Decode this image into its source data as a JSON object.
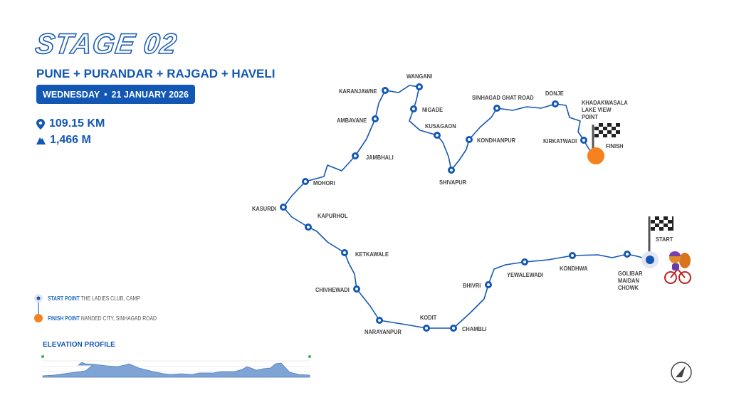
{
  "header": {
    "title": "STAGE 02",
    "subtitle": "PUNE + PURANDAR + RAJGAD + HAVELI",
    "day": "WEDNESDAY",
    "date": "21 JANUARY 2026"
  },
  "stats": {
    "distance": "109.15 KM",
    "elevation_gain": "1,466 M"
  },
  "legend": {
    "start_label": "START POINT",
    "start_value": "THE LADIES CLUB, CAMP",
    "finish_label": "FINISH POINT",
    "finish_value": "NANDED CITY, SINHAGAD ROAD"
  },
  "elevation": {
    "title": "ELEVATION PROFILE"
  },
  "map": {
    "start": "START",
    "finish": "FINISH",
    "waypoints": [
      "GOLIBAR MAIDAN CHOWK",
      "KONDHWA",
      "YEWALEWADI",
      "BHIVRI",
      "CHAMBLI",
      "KODIT",
      "NARAYANPUR",
      "CHIVHEWADI",
      "KETKAWALE",
      "KAPURHOL",
      "KASURDI",
      "MOHORI",
      "JAMBHALI",
      "AMBAVANE",
      "KARANJAWNE",
      "WANGANI",
      "NIGADE",
      "KUSAGAON",
      "SHIVAPUR",
      "KONDHANPUR",
      "SINHAGAD GHAT ROAD",
      "DONJE",
      "KHADAKWASALA LAKE VIEW POINT",
      "KIRKATWADI"
    ]
  },
  "colors": {
    "route": "#1257b4",
    "finish": "#f5821f",
    "brand": "#1257b4"
  }
}
